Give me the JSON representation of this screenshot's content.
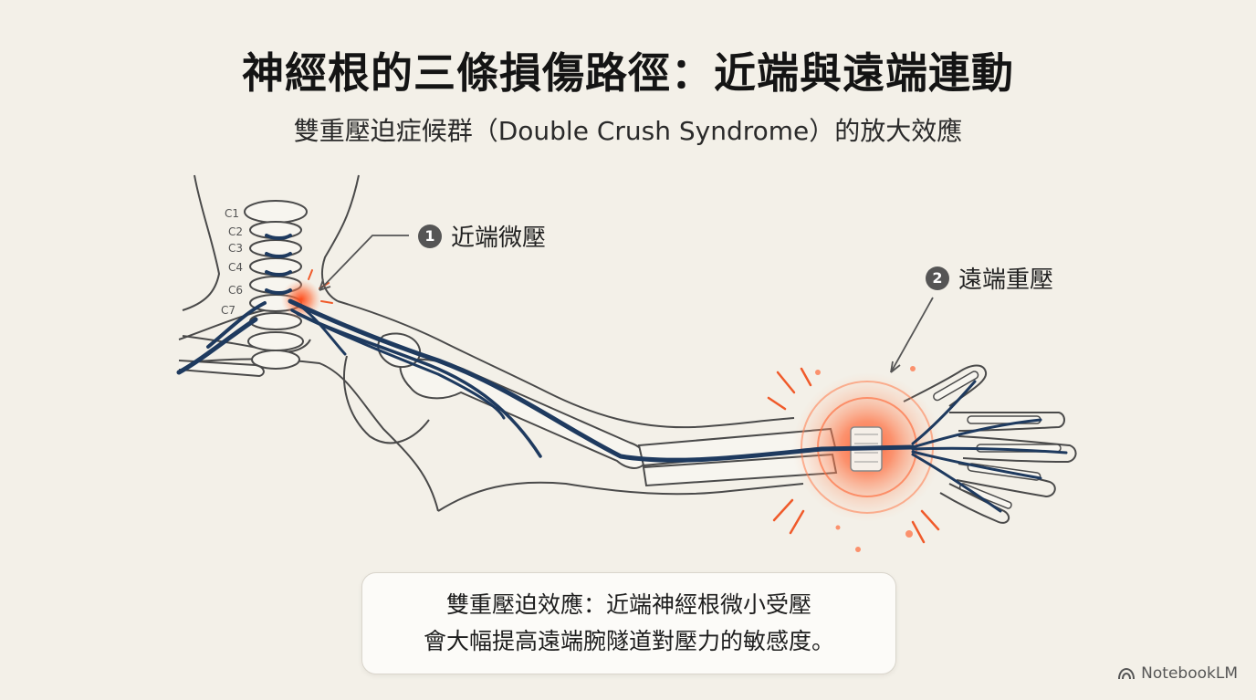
{
  "header": {
    "title": "神經根的三條損傷路徑：近端與遠端連動",
    "subtitle": "雙重壓迫症候群（Double Crush Syndrome）的放大效應"
  },
  "diagram": {
    "vertebrae": [
      "C1",
      "C2",
      "C3",
      "C4",
      "C6",
      "C7"
    ],
    "callouts": [
      {
        "number": "1",
        "text": "近端微壓"
      },
      {
        "number": "2",
        "text": "遠端重壓"
      }
    ],
    "colors": {
      "nerve": "#1e3a5f",
      "inflammation": "#f0522a",
      "outline": "#4a4a4a"
    }
  },
  "caption": {
    "line1": "雙重壓迫效應：近端神經根微小受壓",
    "line2": "會大幅提高遠端腕隧道對壓力的敏感度。"
  },
  "brand": {
    "name": "NotebookLM",
    "icon": "notebooklm-logo-icon"
  }
}
